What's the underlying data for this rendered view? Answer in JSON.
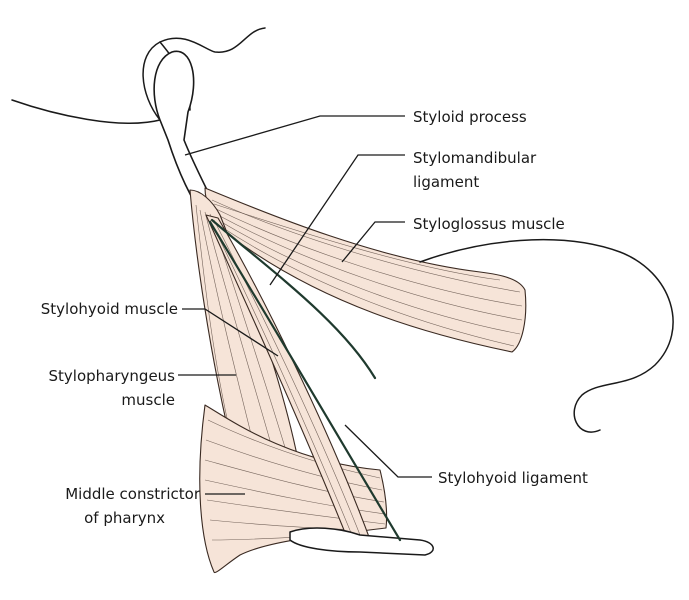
{
  "labels": {
    "styloid_process": "Styloid process",
    "stylomandibular_1": "Stylomandibular",
    "stylomandibular_2": "ligament",
    "styloglossus": "Styloglossus muscle",
    "stylohyoid_muscle": "Stylohyoid muscle",
    "stylopharyngeus_1": "Stylopharyngeus",
    "stylopharyngeus_2": "muscle",
    "middle_constrictor_1": "Middle constrictor",
    "middle_constrictor_2": "of pharynx",
    "stylohyoid_ligament": "Stylohyoid ligament"
  },
  "colors": {
    "muscle_fill": "#f6e4d8",
    "ligament": "#1f3a2e",
    "outline": "#1a1a1a"
  }
}
